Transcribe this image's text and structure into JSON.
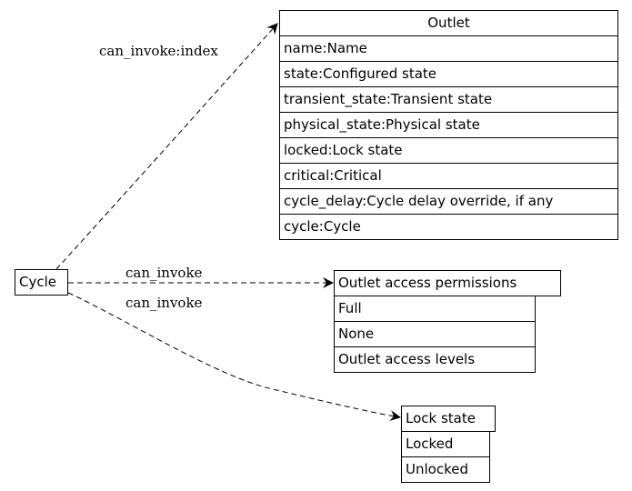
{
  "diagram": {
    "source": {
      "label": "Cycle"
    },
    "tables": {
      "outlet": {
        "title": "Outlet",
        "rows": [
          "name:Name",
          "state:Configured state",
          "transient_state:Transient state",
          "physical_state:Physical state",
          "locked:Lock state",
          "critical:Critical",
          "cycle_delay:Cycle delay override, if any",
          "cycle:Cycle"
        ]
      },
      "access": {
        "title": "Outlet access permissions",
        "rows": [
          "Full",
          "None",
          "Outlet access levels"
        ]
      },
      "lock": {
        "title": "Lock state",
        "rows": [
          "Locked",
          "Unlocked"
        ]
      }
    },
    "edges": {
      "to_outlet": "can_invoke:index",
      "to_access": "can_invoke",
      "to_lock": "can_invoke"
    }
  }
}
